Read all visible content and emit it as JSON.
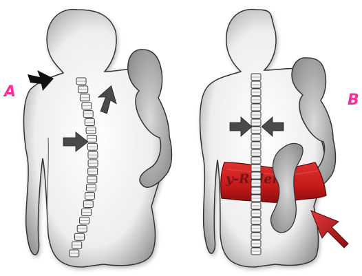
{
  "panels": [
    {
      "label": "A"
    },
    {
      "label": "B"
    }
  ],
  "belt": {
    "label": "y-Rider"
  },
  "colors": {
    "panel_label": "#ff2e9a",
    "belt": "#c41a1a",
    "belt_dark": "#8c0e0e",
    "arrow_gray": "#4a4a4a",
    "arrow_black": "#111111",
    "arrow_red": "#c61818",
    "body_outline": "#333333",
    "body_fill": "#f3f3f3",
    "body_shadow": "#9a9a9a"
  }
}
